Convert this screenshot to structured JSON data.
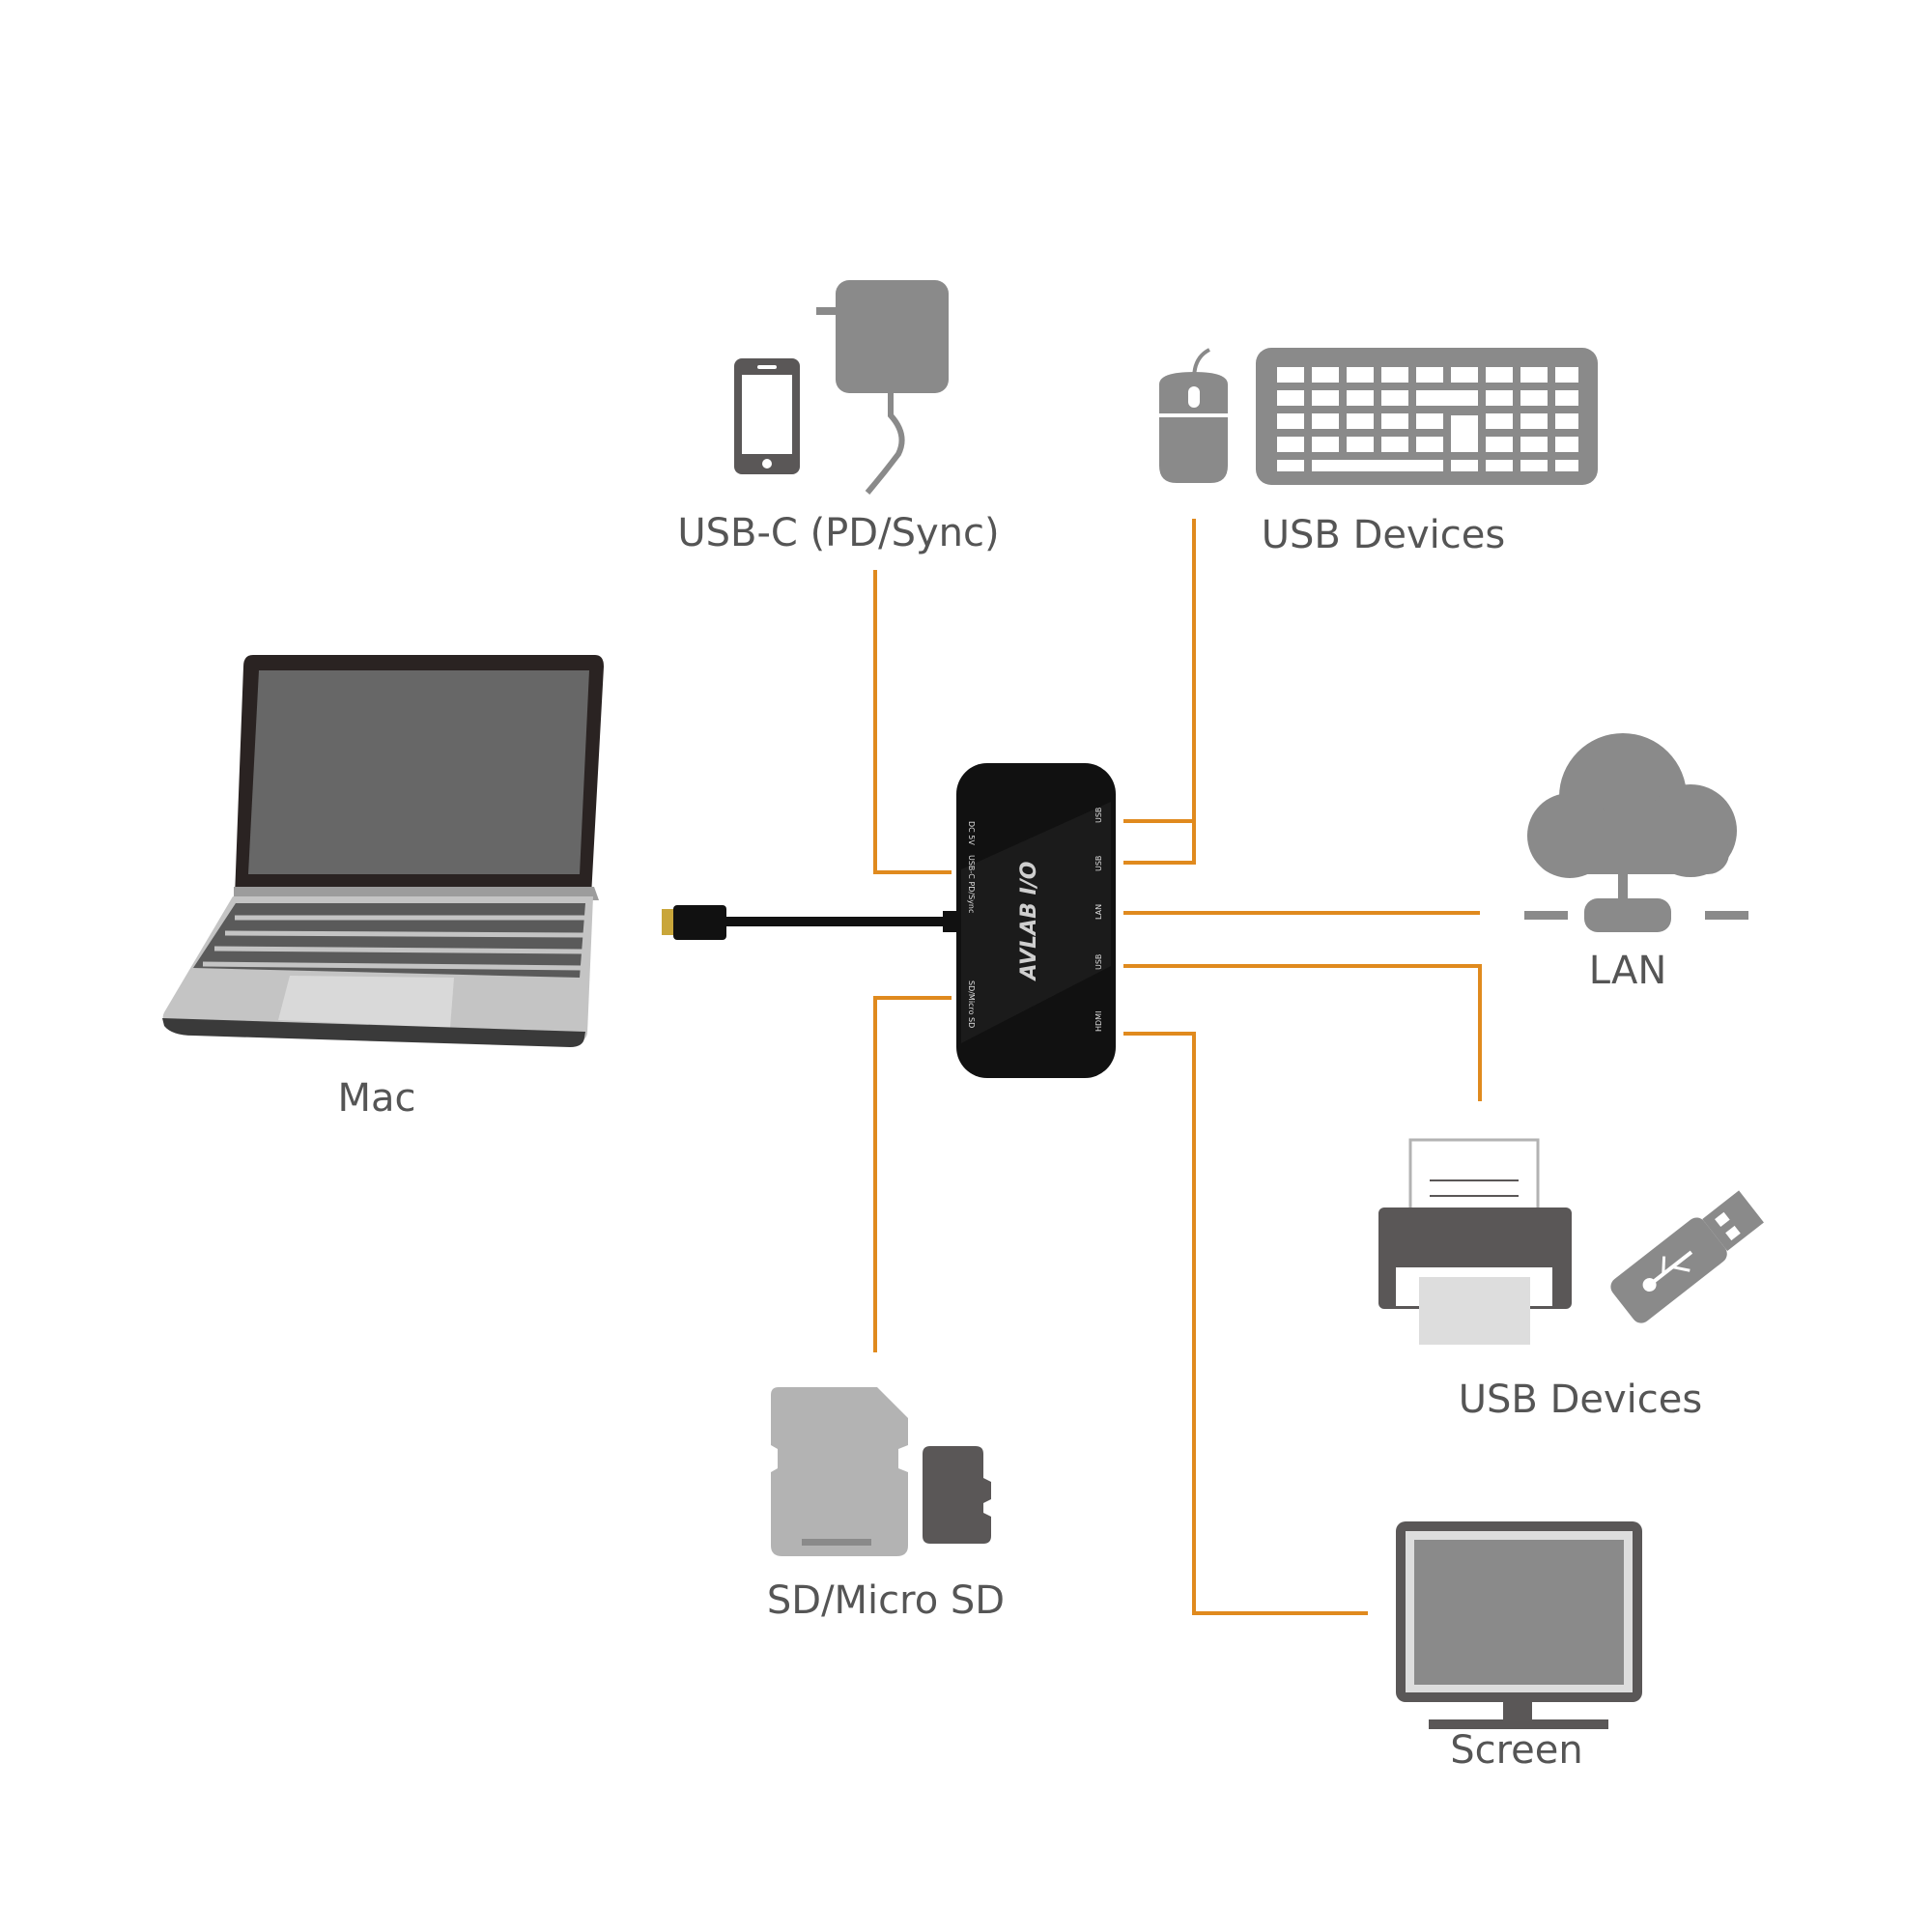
{
  "colors": {
    "wire": "#e08a1e",
    "icon": "#8a8a8a",
    "icon_dark": "#5a5757",
    "icon_light": "#b3b3b3",
    "hub": "#111111",
    "text": "#555555"
  },
  "labels": {
    "mac": "Mac",
    "usb_c": "USB-C (PD/Sync)",
    "usb_devices_top": "USB Devices",
    "lan": "LAN",
    "usb_devices_bottom": "USB Devices",
    "sd": "SD/Micro SD",
    "screen": "Screen"
  },
  "hub": {
    "brand": "AVLAB I/O",
    "ports_left": [
      "DC 5V",
      "USB-C PD/Sync",
      "SD/Micro SD"
    ],
    "ports_right": [
      "USB",
      "USB",
      "LAN",
      "USB",
      "HDMI"
    ]
  },
  "icons": {
    "laptop": "laptop-icon",
    "phone": "smartphone-icon",
    "charger": "power-adapter-icon",
    "mouse": "mouse-icon",
    "keyboard": "keyboard-icon",
    "cloud": "cloud-network-icon",
    "printer": "printer-icon",
    "flash": "usb-flash-drive-icon",
    "sd": "sd-card-icon",
    "microsd": "micro-sd-card-icon",
    "monitor": "monitor-icon"
  }
}
